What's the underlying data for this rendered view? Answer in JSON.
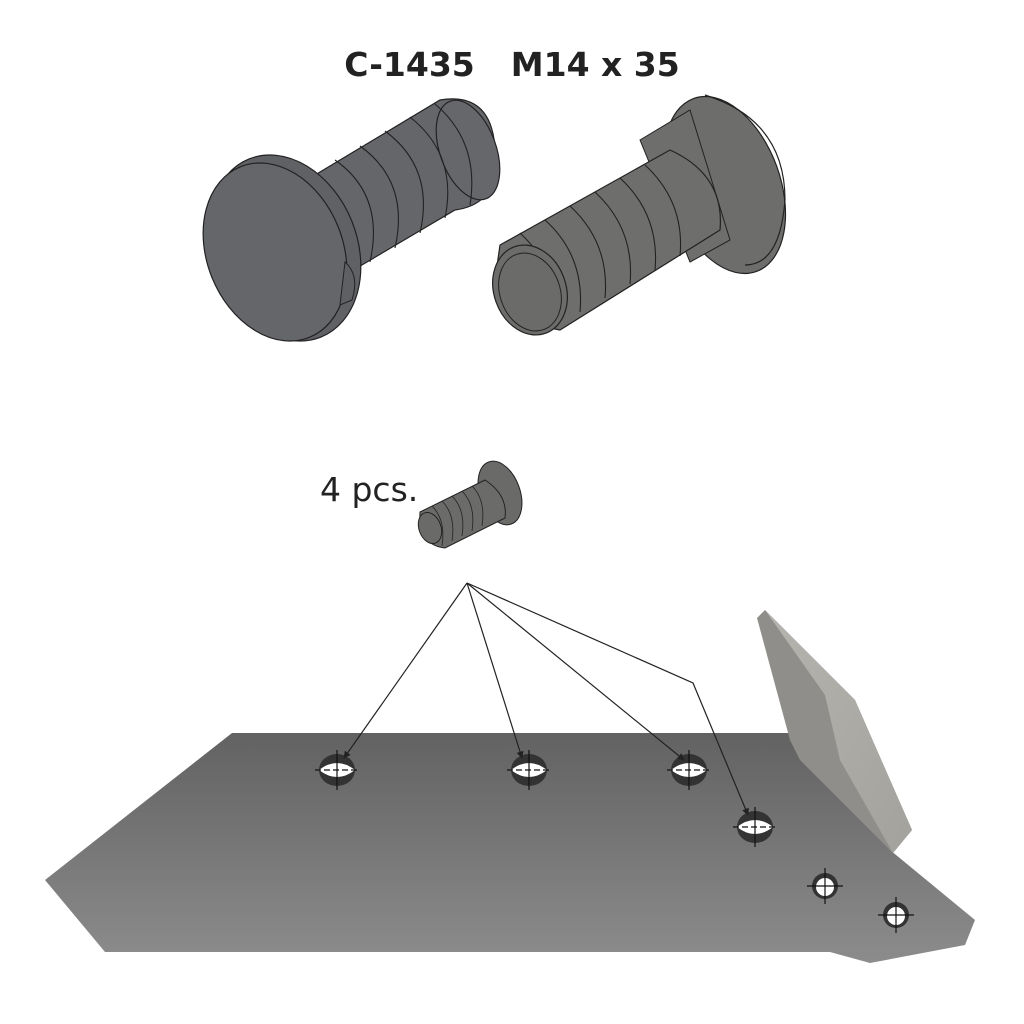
{
  "header": {
    "part_number": "C-1435",
    "size": "M14 x 35"
  },
  "quantity_label": "4 pcs.",
  "colors": {
    "bolt_dark": "#65666a",
    "bolt_side": "#6e6e6c",
    "plate_top": "#666666",
    "plate_bottom": "#8a8a8a",
    "wing_light": "#b0afaa",
    "wing_dark": "#8e8d89",
    "leader_line": "#222222"
  },
  "parts": {
    "bolt_head_view": "bolt-head-view",
    "bolt_thread_view": "bolt-thread-view",
    "bolt_small": "bolt-small-icon",
    "plate": "plowshare-plate",
    "holes_targeted": 4,
    "holes_other": 2
  }
}
